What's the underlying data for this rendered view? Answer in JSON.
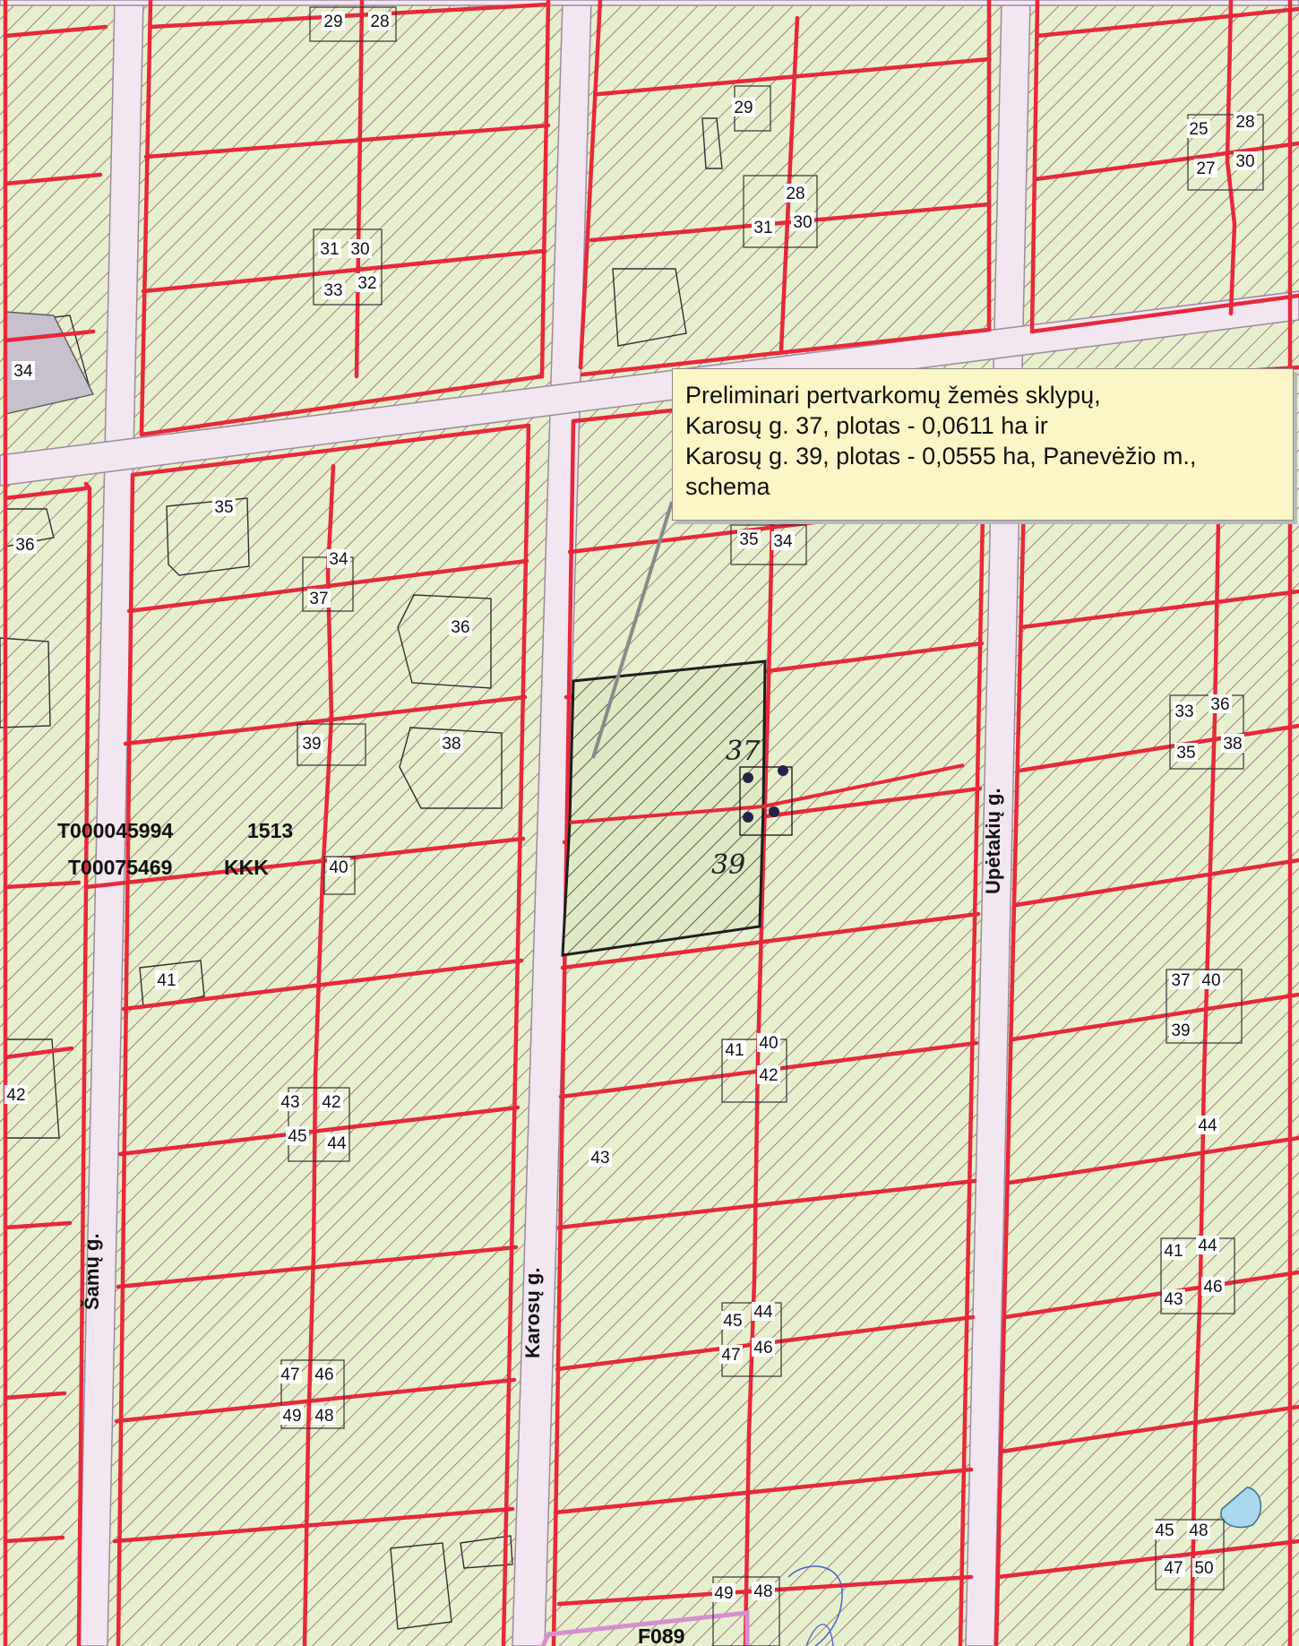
{
  "map": {
    "callout": {
      "lines": [
        "Preliminari pertvarkomų žemės sklypų,",
        "Karosų g. 37, plotas - 0,0611 ha ir",
        "Karosų g. 39, plotas - 0,0555 ha, Panevėžio m.,",
        "schema"
      ]
    },
    "streets": [
      "Šamų g.",
      "Karosų g.",
      "Upėtakių g."
    ],
    "codes": [
      "T000045994",
      "T00075469",
      "1513",
      "KKK",
      "F089"
    ],
    "plot_labels": {
      "highlight_37": "37",
      "highlight_39": "39"
    },
    "address_numbers": [
      "29",
      "28",
      "29",
      "25",
      "28",
      "27",
      "30",
      "28",
      "31",
      "30",
      "31",
      "30",
      "33",
      "32",
      "34",
      "35",
      "36",
      "35",
      "34",
      "34",
      "37",
      "36",
      "33",
      "36",
      "35",
      "38",
      "39",
      "38",
      "40",
      "41",
      "37",
      "40",
      "39",
      "41",
      "40",
      "42",
      "43",
      "42",
      "45",
      "44",
      "44",
      "42",
      "43",
      "41",
      "44",
      "43",
      "46",
      "45",
      "44",
      "47",
      "46",
      "47",
      "46",
      "49",
      "48",
      "45",
      "48",
      "47",
      "50",
      "49",
      "48"
    ],
    "colors": {
      "parcel_fill": "#e6f0cc",
      "hatch": "#8e4a74",
      "boundary": "#e8283a",
      "road": "#f2e6f0",
      "highlight_outline": "#1e1e1e",
      "callout_bg": "#fcf6c6",
      "water": "#a9d8ef"
    }
  }
}
